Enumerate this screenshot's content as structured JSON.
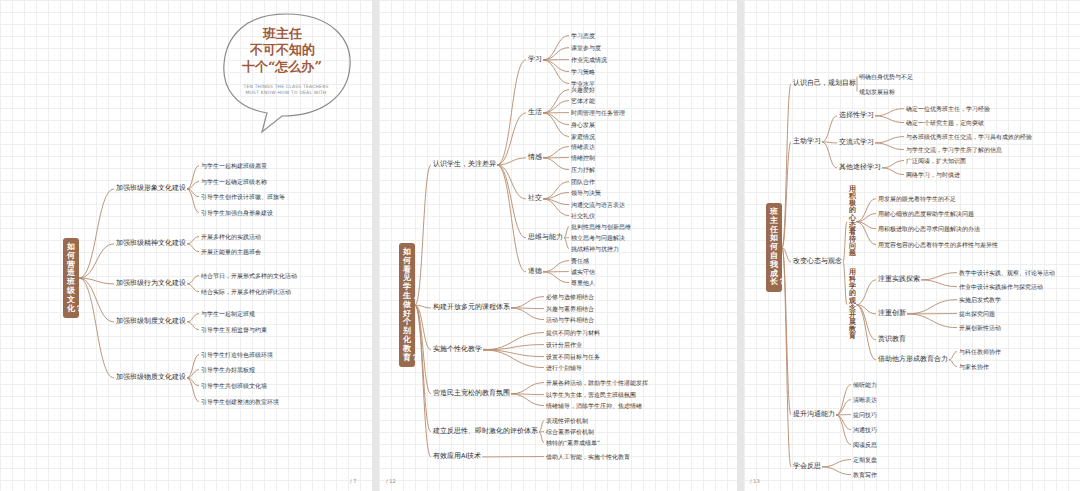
{
  "diagram": {
    "title": "班主任 不可不知的 十个“怎么办”",
    "nodes": [
      {
        "text": [
          "如何营造班级文化？"
        ]
      },
      {
        "text": [
          "加强班级形象文化建设"
        ]
      },
      {
        "text": [
          "与学生一起构建班级愿景"
        ]
      },
      {
        "text": [
          "与学生一起确定班级名称"
        ]
      },
      {
        "text": [
          "引导学生创作设计班徽、班旗等"
        ]
      },
      {
        "text": [
          "引导学生加强自身形象建设"
        ]
      },
      {
        "text": [
          "加强班级精神文化建设"
        ]
      },
      {
        "text": [
          "开展多样化的实践活动"
        ]
      },
      {
        "text": [
          "开展正能量的主题班会"
        ]
      },
      {
        "text": [
          "加强班级行为文化建设"
        ]
      },
      {
        "text": [
          "结合节日，开展形式多样的文化活动"
        ]
      },
      {
        "text": [
          "结合实际，开展多样化的评比活动"
        ]
      },
      {
        "text": [
          "加强班级制度文化建设"
        ]
      },
      {
        "text": [
          "与学生一起制定班规"
        ]
      },
      {
        "text": [
          "引导学生互相监督与约束"
        ]
      },
      {
        "text": [
          "加强班级物质文化建设"
        ]
      },
      {
        "text": [
          "引导学生打造特色班级环境"
        ]
      },
      {
        "text": [
          "引导学生办好黑板报"
        ]
      },
      {
        "text": [
          "引导学生共创班级文化墙"
        ]
      },
      {
        "text": [
          "引导学生创建整洁的教室环境"
        ]
      },
      {
        "text": [
          "如何看见学生，做好个别化教育？"
        ]
      },
      {
        "text": [
          "认识学生，关注差异"
        ]
      },
      {
        "text": [
          "学习"
        ]
      },
      {
        "text": [
          "学习态度"
        ]
      },
      {
        "text": [
          "课堂参与度"
        ]
      },
      {
        "text": [
          "作业完成情况"
        ]
      },
      {
        "text": [
          "学习策略"
        ]
      },
      {
        "text": [
          "学业水平"
        ]
      },
      {
        "text": [
          "生活"
        ]
      },
      {
        "text": [
          "兴趣爱好"
        ]
      },
      {
        "text": [
          "艺体才能"
        ]
      },
      {
        "text": [
          "时间管理与任务管理"
        ]
      },
      {
        "text": [
          "身心发展"
        ]
      },
      {
        "text": [
          "家庭情况"
        ]
      },
      {
        "text": [
          "情感"
        ]
      },
      {
        "text": [
          "情绪表达"
        ]
      },
      {
        "text": [
          "情绪控制"
        ]
      },
      {
        "text": [
          "压力抒解"
        ]
      },
      {
        "text": [
          "社交"
        ]
      },
      {
        "text": [
          "团队合作"
        ]
      },
      {
        "text": [
          "领导与决策"
        ]
      },
      {
        "text": [
          "沟通交流与语言表达"
        ]
      },
      {
        "text": [
          "社交礼仪"
        ]
      },
      {
        "text": [
          "思维与能力"
        ]
      },
      {
        "text": [
          "批判性思维与创新思维"
        ]
      },
      {
        "text": [
          "独立思考与问题解决"
        ]
      },
      {
        "text": [
          "挑战精神与抗挫力"
        ]
      },
      {
        "text": [
          "道德"
        ]
      },
      {
        "text": [
          "责任感"
        ]
      },
      {
        "text": [
          "诚实守信"
        ]
      },
      {
        "text": [
          "尊重他人"
        ]
      },
      {
        "text": [
          "构建开放多元的课程体系"
        ]
      },
      {
        "text": [
          "必修与选修相结合"
        ]
      },
      {
        "text": [
          "兴趣与素养相结合"
        ]
      },
      {
        "text": [
          "活动与学科相结合"
        ]
      },
      {
        "text": [
          "实施个性化教学"
        ]
      },
      {
        "text": [
          "提供不同的学习材料"
        ]
      },
      {
        "text": [
          "设计分层作业"
        ]
      },
      {
        "text": [
          "设置不同目标与任务"
        ]
      },
      {
        "text": [
          "进行个别辅导"
        ]
      },
      {
        "text": [
          "营造民主宽松的教育氛围"
        ]
      },
      {
        "text": [
          "开展各种活动，鼓励学生个性潜能发挥"
        ]
      },
      {
        "text": [
          "以学生为主体，营造民主班级氛围"
        ]
      },
      {
        "text": [
          "情绪辅导，消除学生压抑、焦虑情绪"
        ]
      },
      {
        "text": [
          "建立反思性、即时激化的评价体系"
        ]
      },
      {
        "text": [
          "表现性评价机制"
        ]
      },
      {
        "text": [
          "综合素养评价机制"
        ]
      },
      {
        "text": [
          "独特的“素养成绩单”"
        ]
      },
      {
        "text": [
          "有效应用AI技术"
        ]
      },
      {
        "text": [
          "借助人工智能，实施个性化教育"
        ]
      },
      {
        "text": [
          "班主任如何自我成长？"
        ]
      },
      {
        "text": [
          "认识自己，规划目标"
        ]
      },
      {
        "text": [
          "明确自身优势与不足"
        ]
      },
      {
        "text": [
          "规划发展目标"
        ]
      },
      {
        "text": [
          "主动学习"
        ]
      },
      {
        "text": [
          "选择性学习"
        ]
      },
      {
        "text": [
          "确定一位优秀班主任，学习经验"
        ]
      },
      {
        "text": [
          "确定一个研究主题，定向突破"
        ]
      },
      {
        "text": [
          "交流式学习"
        ]
      },
      {
        "text": [
          "与各班级优秀班主任交流，学习具有成效的经验"
        ]
      },
      {
        "text": [
          "与学生交流，学习学生所了解的信息"
        ]
      },
      {
        "text": [
          "其他途径学习"
        ]
      },
      {
        "text": [
          "广泛阅读，扩大知识面"
        ]
      },
      {
        "text": [
          "网络学习，与时俱进"
        ]
      },
      {
        "text": [
          "改变心态与观念"
        ]
      },
      {
        "text": [
          "用积极的心态看待问题"
        ]
      },
      {
        "text": [
          "用发展的眼光看待学生的不足"
        ]
      },
      {
        "text": [
          "用耐心细致的态度帮助学生解决问题"
        ]
      },
      {
        "text": [
          "用积极进取的心态寻求问题解决的办法"
        ]
      },
      {
        "text": [
          "用宽容包容的心态看待学生的多样性与差异性"
        ]
      },
      {
        "text": [
          "用科学的观念开展教育"
        ]
      },
      {
        "text": [
          "注重实践探索"
        ]
      },
      {
        "text": [
          "教学中设计实践、观察、讨论等活动"
        ]
      },
      {
        "text": [
          "作业中设计实践操作与探究活动"
        ]
      },
      {
        "text": [
          "注重创新"
        ]
      },
      {
        "text": [
          "实施启发式教学"
        ]
      },
      {
        "text": [
          "提出探究问题"
        ]
      },
      {
        "text": [
          "开展创新性活动"
        ]
      },
      {
        "text": [
          "赏识教育"
        ]
      },
      {
        "text": [
          "借助他方形成教育合力"
        ]
      },
      {
        "text": [
          "与科任教师协作"
        ]
      },
      {
        "text": [
          "与家长协作"
        ]
      },
      {
        "text": [
          "提升沟通能力"
        ]
      },
      {
        "text": [
          "倾听能力"
        ]
      },
      {
        "text": [
          "清晰表达"
        ]
      },
      {
        "text": [
          "提问技巧"
        ]
      },
      {
        "text": [
          "沟通技巧"
        ]
      },
      {
        "text": [
          "阅读反思"
        ]
      },
      {
        "text": [
          "学会反思"
        ]
      },
      {
        "text": [
          "定期复盘"
        ]
      },
      {
        "text": [
          "教育写作"
        ]
      }
    ],
    "edges": [
      {
        "from": 0,
        "to": 1,
        "arrow": "none"
      },
      {
        "from": 0,
        "to": 6,
        "arrow": "none"
      },
      {
        "from": 0,
        "to": 9,
        "arrow": "none"
      },
      {
        "from": 0,
        "to": 12,
        "arrow": "none"
      },
      {
        "from": 0,
        "to": 15,
        "arrow": "none"
      },
      {
        "from": 1,
        "to": 2,
        "arrow": "none"
      },
      {
        "from": 1,
        "to": 3,
        "arrow": "none"
      },
      {
        "from": 1,
        "to": 4,
        "arrow": "none"
      },
      {
        "from": 1,
        "to": 5,
        "arrow": "none"
      },
      {
        "from": 6,
        "to": 7,
        "arrow": "none"
      },
      {
        "from": 6,
        "to": 8,
        "arrow": "none"
      },
      {
        "from": 9,
        "to": 10,
        "arrow": "none"
      },
      {
        "from": 9,
        "to": 11,
        "arrow": "none"
      },
      {
        "from": 12,
        "to": 13,
        "arrow": "none"
      },
      {
        "from": 12,
        "to": 14,
        "arrow": "none"
      },
      {
        "from": 15,
        "to": 16,
        "arrow": "none"
      },
      {
        "from": 15,
        "to": 17,
        "arrow": "none"
      },
      {
        "from": 15,
        "to": 18,
        "arrow": "none"
      },
      {
        "from": 15,
        "to": 19,
        "arrow": "none"
      },
      {
        "from": 20,
        "to": 21,
        "arrow": "none"
      },
      {
        "from": 20,
        "to": 51,
        "arrow": "none"
      },
      {
        "from": 20,
        "to": 55,
        "arrow": "none"
      },
      {
        "from": 20,
        "to": 60,
        "arrow": "none"
      },
      {
        "from": 20,
        "to": 64,
        "arrow": "none"
      },
      {
        "from": 20,
        "to": 68,
        "arrow": "none"
      },
      {
        "from": 21,
        "to": 22,
        "arrow": "none"
      },
      {
        "from": 21,
        "to": 28,
        "arrow": "none"
      },
      {
        "from": 21,
        "to": 34,
        "arrow": "none"
      },
      {
        "from": 21,
        "to": 38,
        "arrow": "none"
      },
      {
        "from": 21,
        "to": 43,
        "arrow": "none"
      },
      {
        "from": 21,
        "to": 47,
        "arrow": "none"
      },
      {
        "from": 22,
        "to": 23,
        "arrow": "none"
      },
      {
        "from": 22,
        "to": 24,
        "arrow": "none"
      },
      {
        "from": 22,
        "to": 25,
        "arrow": "none"
      },
      {
        "from": 22,
        "to": 26,
        "arrow": "none"
      },
      {
        "from": 22,
        "to": 27,
        "arrow": "none"
      },
      {
        "from": 28,
        "to": 29,
        "arrow": "none"
      },
      {
        "from": 28,
        "to": 30,
        "arrow": "none"
      },
      {
        "from": 28,
        "to": 31,
        "arrow": "none"
      },
      {
        "from": 28,
        "to": 32,
        "arrow": "none"
      },
      {
        "from": 28,
        "to": 33,
        "arrow": "none"
      },
      {
        "from": 34,
        "to": 35,
        "arrow": "none"
      },
      {
        "from": 34,
        "to": 36,
        "arrow": "none"
      },
      {
        "from": 34,
        "to": 37,
        "arrow": "none"
      },
      {
        "from": 38,
        "to": 39,
        "arrow": "none"
      },
      {
        "from": 38,
        "to": 40,
        "arrow": "none"
      },
      {
        "from": 38,
        "to": 41,
        "arrow": "none"
      },
      {
        "from": 38,
        "to": 42,
        "arrow": "none"
      },
      {
        "from": 43,
        "to": 44,
        "arrow": "none"
      },
      {
        "from": 43,
        "to": 45,
        "arrow": "none"
      },
      {
        "from": 43,
        "to": 46,
        "arrow": "none"
      },
      {
        "from": 47,
        "to": 48,
        "arrow": "none"
      },
      {
        "from": 47,
        "to": 49,
        "arrow": "none"
      },
      {
        "from": 47,
        "to": 50,
        "arrow": "none"
      },
      {
        "from": 51,
        "to": 52,
        "arrow": "none"
      },
      {
        "from": 51,
        "to": 53,
        "arrow": "none"
      },
      {
        "from": 51,
        "to": 54,
        "arrow": "none"
      },
      {
        "from": 55,
        "to": 56,
        "arrow": "none"
      },
      {
        "from": 55,
        "to": 57,
        "arrow": "none"
      },
      {
        "from": 55,
        "to": 58,
        "arrow": "none"
      },
      {
        "from": 55,
        "to": 59,
        "arrow": "none"
      },
      {
        "from": 60,
        "to": 61,
        "arrow": "none"
      },
      {
        "from": 60,
        "to": 62,
        "arrow": "none"
      },
      {
        "from": 60,
        "to": 63,
        "arrow": "none"
      },
      {
        "from": 64,
        "to": 65,
        "arrow": "none"
      },
      {
        "from": 64,
        "to": 66,
        "arrow": "none"
      },
      {
        "from": 64,
        "to": 67,
        "arrow": "none"
      },
      {
        "from": 68,
        "to": 69,
        "arrow": "none"
      },
      {
        "from": 70,
        "to": 71,
        "arrow": "none"
      },
      {
        "from": 70,
        "to": 74,
        "arrow": "none"
      },
      {
        "from": 70,
        "to": 84,
        "arrow": "none"
      },
      {
        "from": 70,
        "to": 102,
        "arrow": "none"
      },
      {
        "from": 70,
        "to": 108,
        "arrow": "none"
      },
      {
        "from": 71,
        "to": 72,
        "arrow": "none"
      },
      {
        "from": 71,
        "to": 73,
        "arrow": "none"
      },
      {
        "from": 74,
        "to": 75,
        "arrow": "none"
      },
      {
        "from": 74,
        "to": 78,
        "arrow": "none"
      },
      {
        "from": 74,
        "to": 81,
        "arrow": "none"
      },
      {
        "from": 75,
        "to": 76,
        "arrow": "none"
      },
      {
        "from": 75,
        "to": 77,
        "arrow": "none"
      },
      {
        "from": 78,
        "to": 79,
        "arrow": "none"
      },
      {
        "from": 78,
        "to": 80,
        "arrow": "none"
      },
      {
        "from": 81,
        "to": 82,
        "arrow": "none"
      },
      {
        "from": 81,
        "to": 83,
        "arrow": "none"
      },
      {
        "from": 84,
        "to": 85,
        "arrow": "none"
      },
      {
        "from": 84,
        "to": 90,
        "arrow": "none"
      },
      {
        "from": 85,
        "to": 86,
        "arrow": "none"
      },
      {
        "from": 85,
        "to": 87,
        "arrow": "none"
      },
      {
        "from": 85,
        "to": 88,
        "arrow": "none"
      },
      {
        "from": 85,
        "to": 89,
        "arrow": "none"
      },
      {
        "from": 90,
        "to": 91,
        "arrow": "none"
      },
      {
        "from": 90,
        "to": 94,
        "arrow": "none"
      },
      {
        "from": 90,
        "to": 98,
        "arrow": "none"
      },
      {
        "from": 90,
        "to": 99,
        "arrow": "none"
      },
      {
        "from": 91,
        "to": 92,
        "arrow": "none"
      },
      {
        "from": 91,
        "to": 93,
        "arrow": "none"
      },
      {
        "from": 94,
        "to": 95,
        "arrow": "none"
      },
      {
        "from": 94,
        "to": 96,
        "arrow": "none"
      },
      {
        "from": 94,
        "to": 97,
        "arrow": "none"
      },
      {
        "from": 99,
        "to": 100,
        "arrow": "none"
      },
      {
        "from": 99,
        "to": 101,
        "arrow": "none"
      },
      {
        "from": 102,
        "to": 103,
        "arrow": "none"
      },
      {
        "from": 102,
        "to": 104,
        "arrow": "none"
      },
      {
        "from": 102,
        "to": 105,
        "arrow": "none"
      },
      {
        "from": 102,
        "to": 106,
        "arrow": "none"
      },
      {
        "from": 102,
        "to": 107,
        "arrow": "none"
      },
      {
        "from": 108,
        "to": 109,
        "arrow": "none"
      },
      {
        "from": 108,
        "to": 110,
        "arrow": "none"
      }
    ],
    "labels": [
      "TEN THINGS THE CLASS TEACHERS MUST KNOW HOW TO DEAL WITH",
      "/ 7",
      "/ 12",
      "/ 13"
    ]
  }
}
